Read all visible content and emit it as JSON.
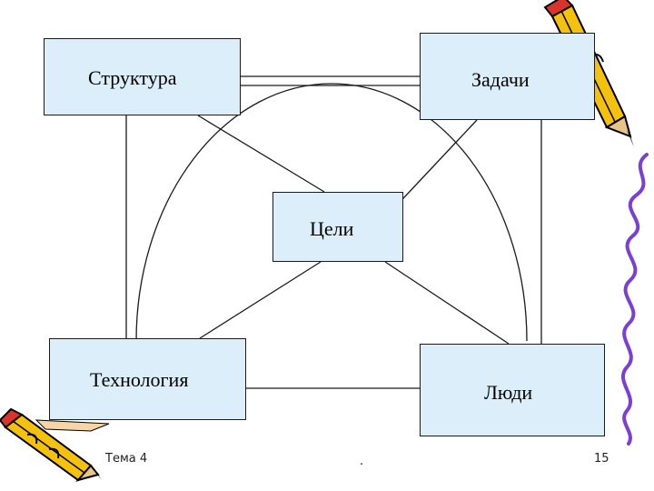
{
  "diagram": {
    "nodes": {
      "structure": "Структура",
      "tasks": "Задачи",
      "goals": "Цели",
      "technology": "Технология",
      "people": "Люди"
    }
  },
  "footer": {
    "topic": "Тема 4",
    "center": ".",
    "page_number": "15"
  },
  "colors": {
    "box_fill": "#dbeef9",
    "line": "#1a1a1a",
    "pencil_yellow": "#f4c20d",
    "pencil_red": "#d9342b",
    "squiggle": "#7b3fd6"
  }
}
